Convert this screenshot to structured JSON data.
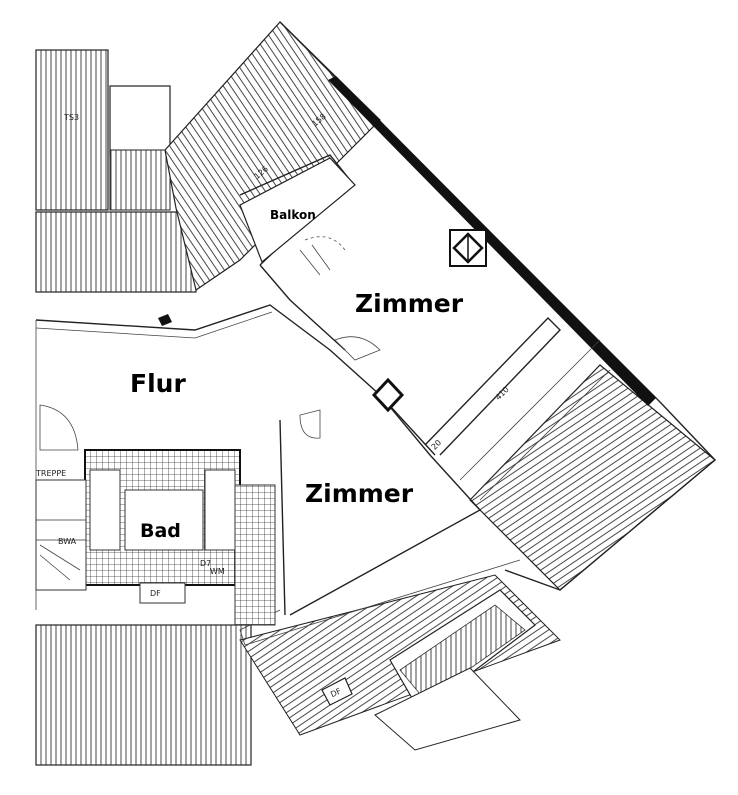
{
  "rooms": {
    "zimmer_top": "Zimmer",
    "zimmer_bottom": "Zimmer",
    "flur": "Flur",
    "bad": "Bad",
    "balkon": "Balkon"
  },
  "annotations": {
    "dim_410": "410",
    "dim_20": "20",
    "dim_158": "158",
    "dim_126": "126",
    "treppe": "TREPPE",
    "bwa": "BWA",
    "df_bath": "DF",
    "df_roof": "DF",
    "d7": "D7",
    "wm": "WM",
    "ts3": "TS3"
  }
}
